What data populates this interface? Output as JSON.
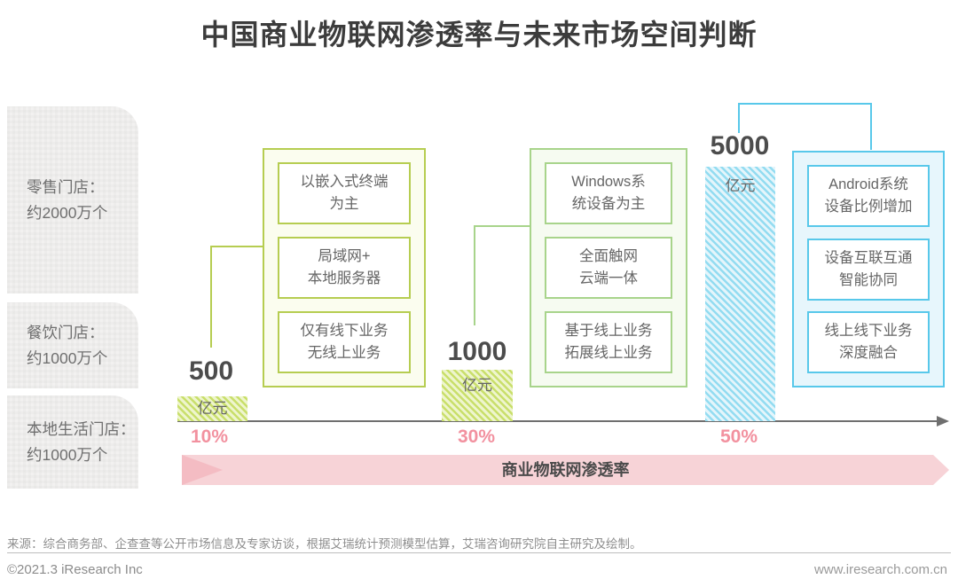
{
  "title": "中国商业物联网渗透率与未来市场空间判断",
  "left_panels": [
    {
      "lines": [
        "零售门店：",
        "约2000万个"
      ]
    },
    {
      "lines": [
        "餐饮门店：",
        "约1000万个"
      ]
    },
    {
      "lines": [
        "本地生活门店：",
        "约1000万个"
      ]
    }
  ],
  "stages": [
    {
      "value": "500",
      "unit": "亿元",
      "percent": "10%",
      "boxes": [
        {
          "line1": "以嵌入式终端",
          "line2": "为主"
        },
        {
          "line1": "局域网+",
          "line2": "本地服务器"
        },
        {
          "line1": "仅有线下业务",
          "line2": "无线上业务"
        }
      ]
    },
    {
      "value": "1000",
      "unit": "亿元",
      "percent": "30%",
      "boxes": [
        {
          "line1": "Windows系",
          "line2": "统设备为主"
        },
        {
          "line1": "全面触网",
          "line2": "云端一体"
        },
        {
          "line1": "基于线上业务",
          "line2": "拓展线上业务"
        }
      ]
    },
    {
      "value": "5000",
      "unit": "亿元",
      "percent": "50%",
      "boxes": [
        {
          "line1": "Android系统",
          "line2": "设备比例增加"
        },
        {
          "line1": "设备互联互通",
          "line2": "智能协同"
        },
        {
          "line1": "线上线下业务",
          "line2": "深度融合"
        }
      ]
    }
  ],
  "banner": {
    "label": "商业物联网渗透率"
  },
  "source": "来源：综合商务部、企查查等公开市场信息及专家访谈，根据艾瑞统计预测模型估算，艾瑞咨询研究院自主研究及绘制。",
  "footer": {
    "left": "©2021.3 iResearch Inc",
    "right": "www.iresearch.com.cn"
  },
  "colors": {
    "stage1_green": "#b6cd51",
    "stage2_green": "#a8d48b",
    "stage3_blue": "#58c8ea",
    "percent_pink": "#f2919f",
    "banner_pink": "#f7d3d7",
    "text_dark": "#3c3c3c"
  },
  "chart_data": {
    "type": "bar",
    "title": "中国商业物联网渗透率与未来市场空间判断",
    "x": [
      "10%",
      "30%",
      "50%"
    ],
    "series": [
      {
        "name": "市场空间",
        "values": [
          500,
          1000,
          5000
        ]
      }
    ],
    "unit": "亿元",
    "xlabel": "商业物联网渗透率",
    "legend": false,
    "annotations": [
      {
        "x": "10%",
        "value": 500,
        "notes": [
          "以嵌入式终端为主",
          "局域网+本地服务器",
          "仅有线下业务无线上业务"
        ],
        "segments": [
          "零售门店：约2000万个",
          "餐饮门店：约1000万个",
          "本地生活门店：约1000万个"
        ]
      },
      {
        "x": "30%",
        "value": 1000,
        "notes": [
          "Windows系统设备为主",
          "全面触网云端一体",
          "基于线上业务拓展线上业务"
        ]
      },
      {
        "x": "50%",
        "value": 5000,
        "notes": [
          "Android系统设备比例增加",
          "设备互联互通智能协同",
          "线上线下业务深度融合"
        ]
      }
    ]
  }
}
